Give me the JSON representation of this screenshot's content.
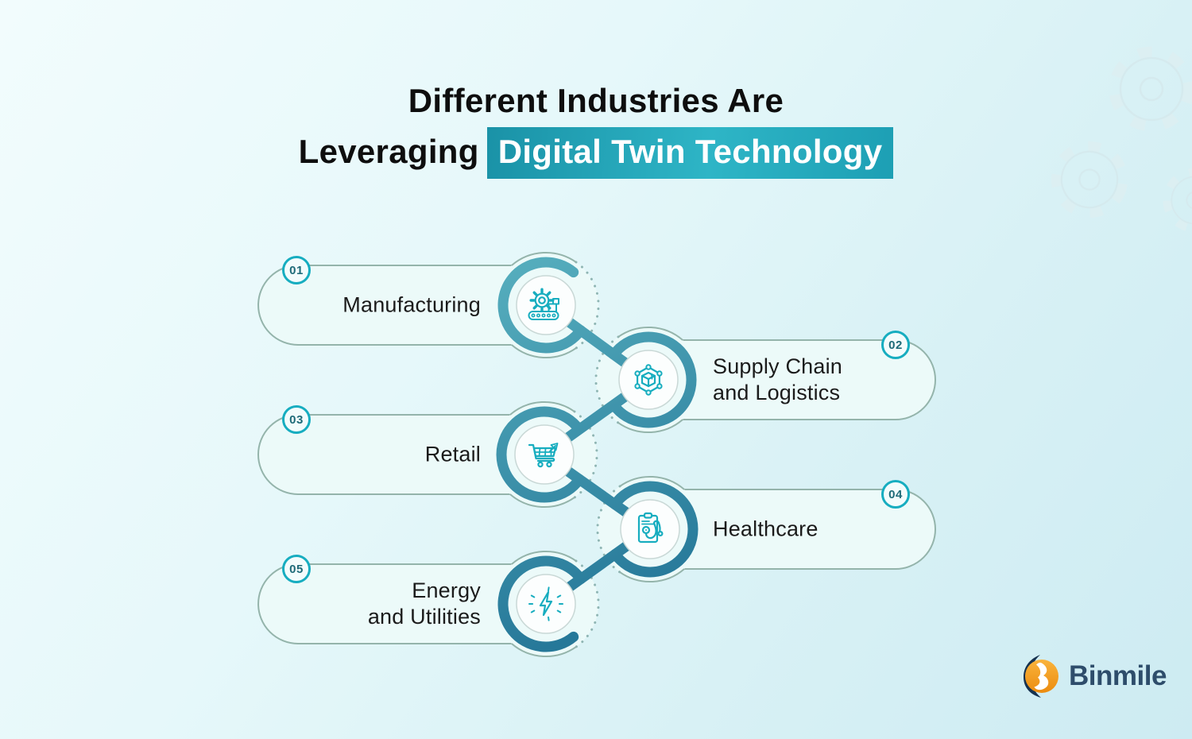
{
  "title": {
    "line1": "Different Industries Are",
    "line2_prefix": "Leveraging",
    "line2_highlight": "Digital Twin Technology"
  },
  "items": [
    {
      "number": "01",
      "lines": [
        "Manufacturing"
      ],
      "icon": "gear-conveyor-icon",
      "side": "left"
    },
    {
      "number": "02",
      "lines": [
        "Supply Chain",
        "and Logistics"
      ],
      "icon": "network-package-icon",
      "side": "right"
    },
    {
      "number": "03",
      "lines": [
        "Retail"
      ],
      "icon": "shopping-cart-icon",
      "side": "left"
    },
    {
      "number": "04",
      "lines": [
        "Healthcare"
      ],
      "icon": "clipboard-stethoscope-icon",
      "side": "right"
    },
    {
      "number": "05",
      "lines": [
        "Energy",
        "and Utilities"
      ],
      "icon": "lightning-bolt-icon",
      "side": "left"
    }
  ],
  "brand": {
    "name": "Binmile"
  },
  "decor": {
    "gears": 3
  },
  "colors": {
    "highlight_teal": "#24a9bc",
    "accent_teal": "#17adc0",
    "arc_light": "#58b0bf",
    "arc_dark": "#1d6e92",
    "pill_border": "#94b4ab",
    "pill_fill": "#ecfaf9",
    "badge_text": "#1e6a78",
    "label_text": "#1b1b1b",
    "logo_text": "#2e4d6b",
    "logo_orange": "#f29c1e",
    "logo_navy": "#16324f"
  }
}
